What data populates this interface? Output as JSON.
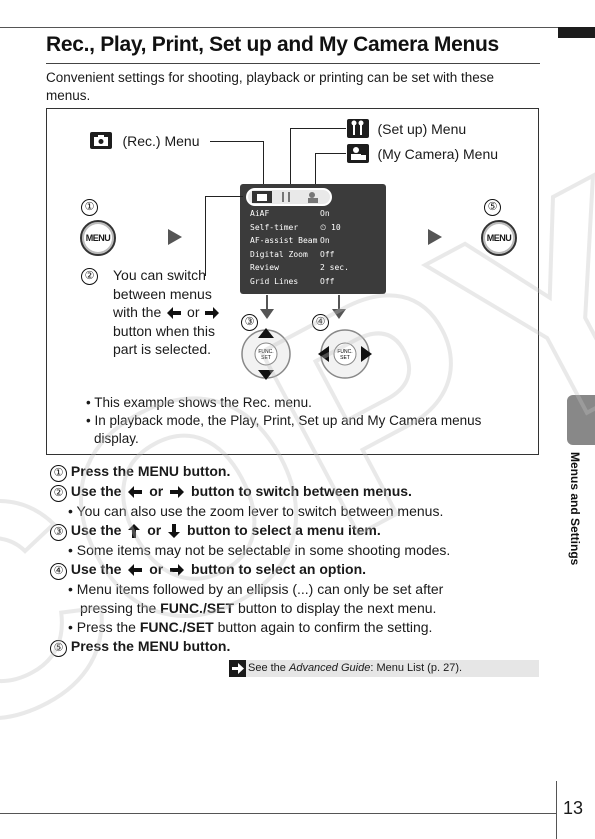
{
  "header": {
    "title": "Rec., Play, Print, Set up and My Camera Menus",
    "intro": "Convenient settings for shooting, playback or printing can be set with these menus."
  },
  "diagram": {
    "rec_menu_label": "(Rec.) Menu",
    "setup_menu_label": "(Set up) Menu",
    "mycamera_menu_label": "(My Camera) Menu",
    "step1_num": "①",
    "step2_num": "②",
    "step3_num": "③",
    "step4_num": "④",
    "step5_num": "⑤",
    "menu_button_label": "MENU",
    "switch_note_line1": "You can switch",
    "switch_note_line2": "between menus",
    "switch_note_line3a": "with the",
    "switch_note_line3b": "or",
    "switch_note_line4": "button when this",
    "switch_note_line5": "part is selected.",
    "func_set_label": "FUNC.\nSET",
    "screen_rows": [
      {
        "key": "AiAF",
        "value": "On"
      },
      {
        "key": "Self-timer",
        "value": "⏲ 10"
      },
      {
        "key": "AF-assist Beam",
        "value": "On"
      },
      {
        "key": "Digital Zoom",
        "value": "Off"
      },
      {
        "key": "Review",
        "value": "2 sec."
      },
      {
        "key": "Grid Lines",
        "value": "Off"
      }
    ],
    "bullets": [
      "• This example shows the Rec. menu.",
      "• In playback mode, the Play, Print, Set up and My Camera menus",
      "display."
    ]
  },
  "steps": [
    {
      "num": "①",
      "text": "Press the MENU button."
    },
    {
      "num": "②",
      "pre": "Use the",
      "mid": "or",
      "post": "button to switch between menus."
    },
    {
      "num": "③",
      "pre": "Use the",
      "mid": "or",
      "post": "button to select a menu item."
    },
    {
      "num": "④",
      "pre": "Use the",
      "mid": "or",
      "post": "button to select an option."
    },
    {
      "num": "⑤",
      "text": "Press the MENU button."
    }
  ],
  "notes": {
    "step2_note": "• You can also use the zoom lever to switch between menus.",
    "step3_note": "• Some items may not be selectable in some shooting modes.",
    "step4_note1a": "• Menu items followed by an ellipsis (...) can only be set after",
    "step4_note1b_pre": "pressing the",
    "step4_note1b_bold": "FUNC./SET",
    "step4_note1b_post": "button to display the next menu.",
    "step4_note2_pre": "• Press the",
    "step4_note2_bold": "FUNC./SET",
    "step4_note2_post": "button again to confirm the setting."
  },
  "see_also": {
    "prefix": "See the ",
    "guide": "Advanced Guide",
    "suffix": ": Menu List (p. 27)."
  },
  "side_tab": "Menus and Settings",
  "page_number": "13",
  "watermark": "COPY"
}
